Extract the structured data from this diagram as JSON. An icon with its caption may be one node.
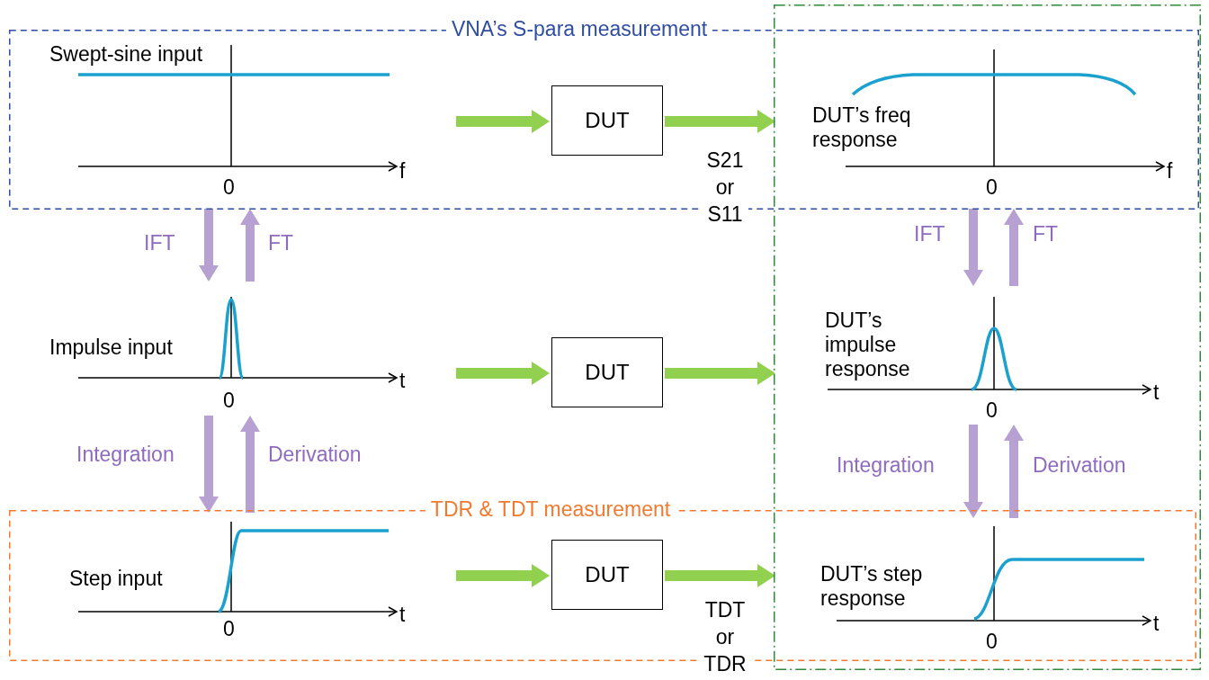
{
  "diagram": {
    "nodes": [
      {
        "text": [
          "VNA’s S-para measurement"
        ]
      },
      {
        "text": [
          "TDR & TDT measurement"
        ]
      },
      {
        "text": [],
        "shape": "box"
      },
      {
        "text": [
          "Swept-sine input",
          "0",
          "f"
        ],
        "in": 0
      },
      {
        "text": [
          "DUT"
        ],
        "in": 0
      },
      {
        "text": [
          "DUT’s freq response",
          "0",
          "f"
        ]
      },
      {
        "text": [
          "Impulse input",
          "0",
          "t"
        ]
      },
      {
        "text": [
          "DUT"
        ]
      },
      {
        "text": [
          "DUT’s impulse response",
          "0",
          "t"
        ],
        "in": 2
      },
      {
        "text": [
          "Step input",
          "0",
          "t"
        ],
        "in": 1
      },
      {
        "text": [
          "DUT"
        ],
        "in": 1
      },
      {
        "text": [
          "DUT’s step response",
          "0",
          "t"
        ]
      }
    ],
    "edges": [
      {
        "from": 3,
        "to": 4,
        "arrow": "to",
        "color": "#92d050"
      },
      {
        "from": 4,
        "to": 5,
        "arrow": "to",
        "color": "#92d050",
        "label": "S21 or S11"
      },
      {
        "from": 6,
        "to": 7,
        "arrow": "to",
        "color": "#92d050"
      },
      {
        "from": 7,
        "to": 8,
        "arrow": "to",
        "color": "#92d050"
      },
      {
        "from": 9,
        "to": 10,
        "arrow": "to",
        "color": "#92d050"
      },
      {
        "from": 10,
        "to": 11,
        "arrow": "to",
        "color": "#92d050",
        "label": "TDT or TDR"
      },
      {
        "from": 3,
        "to": 6,
        "arrow": "to",
        "label": "IFT"
      },
      {
        "from": 6,
        "to": 3,
        "arrow": "to",
        "label": "FT"
      },
      {
        "from": 6,
        "to": 9,
        "arrow": "to",
        "label": "Integration"
      },
      {
        "from": 9,
        "to": 6,
        "arrow": "to",
        "label": "Derivation"
      },
      {
        "from": 5,
        "to": 8,
        "arrow": "to",
        "label": "IFT"
      },
      {
        "from": 8,
        "to": 5,
        "arrow": "to",
        "label": "FT"
      },
      {
        "from": 8,
        "to": 11,
        "arrow": "to",
        "label": "Integration"
      },
      {
        "from": 11,
        "to": 8,
        "arrow": "to",
        "label": "Derivation"
      }
    ]
  }
}
